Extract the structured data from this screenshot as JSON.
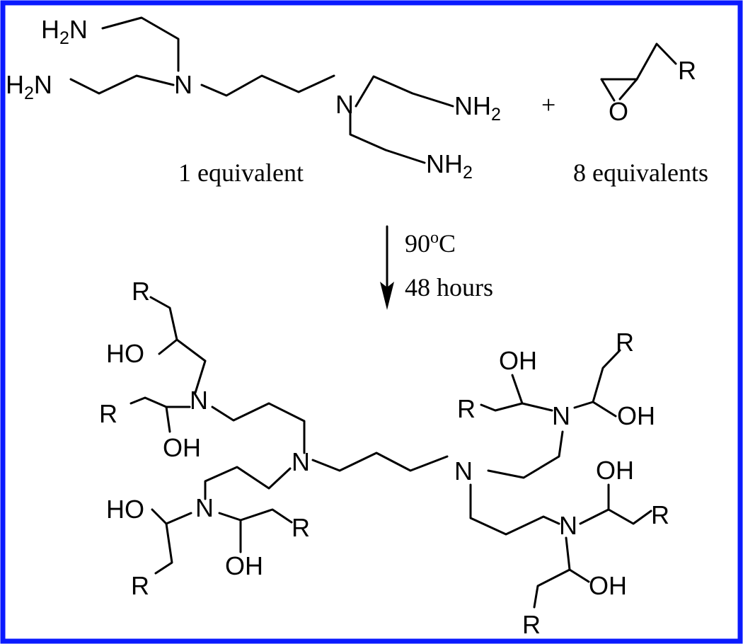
{
  "colors": {
    "frame": "#0a1aff",
    "ink": "#000000",
    "background": "#ffffff"
  },
  "labels": {
    "h2n_prefix": "H",
    "h2n_sub": "2",
    "h2n_suffix": "N",
    "nh2_prefix": "NH",
    "nh2_sub": "2",
    "amine_n": "N",
    "r_group": "R",
    "oxygen": "O",
    "hydroxyl_right": "OH",
    "hydroxyl_left": "HO",
    "plus": "+"
  },
  "reaction": {
    "reactant1_amount": "1 equivalent",
    "reactant2_amount": "8 equivalents",
    "temperature_value": "90",
    "temperature_degree": "o",
    "temperature_unit": "C",
    "time": "48 hours"
  }
}
